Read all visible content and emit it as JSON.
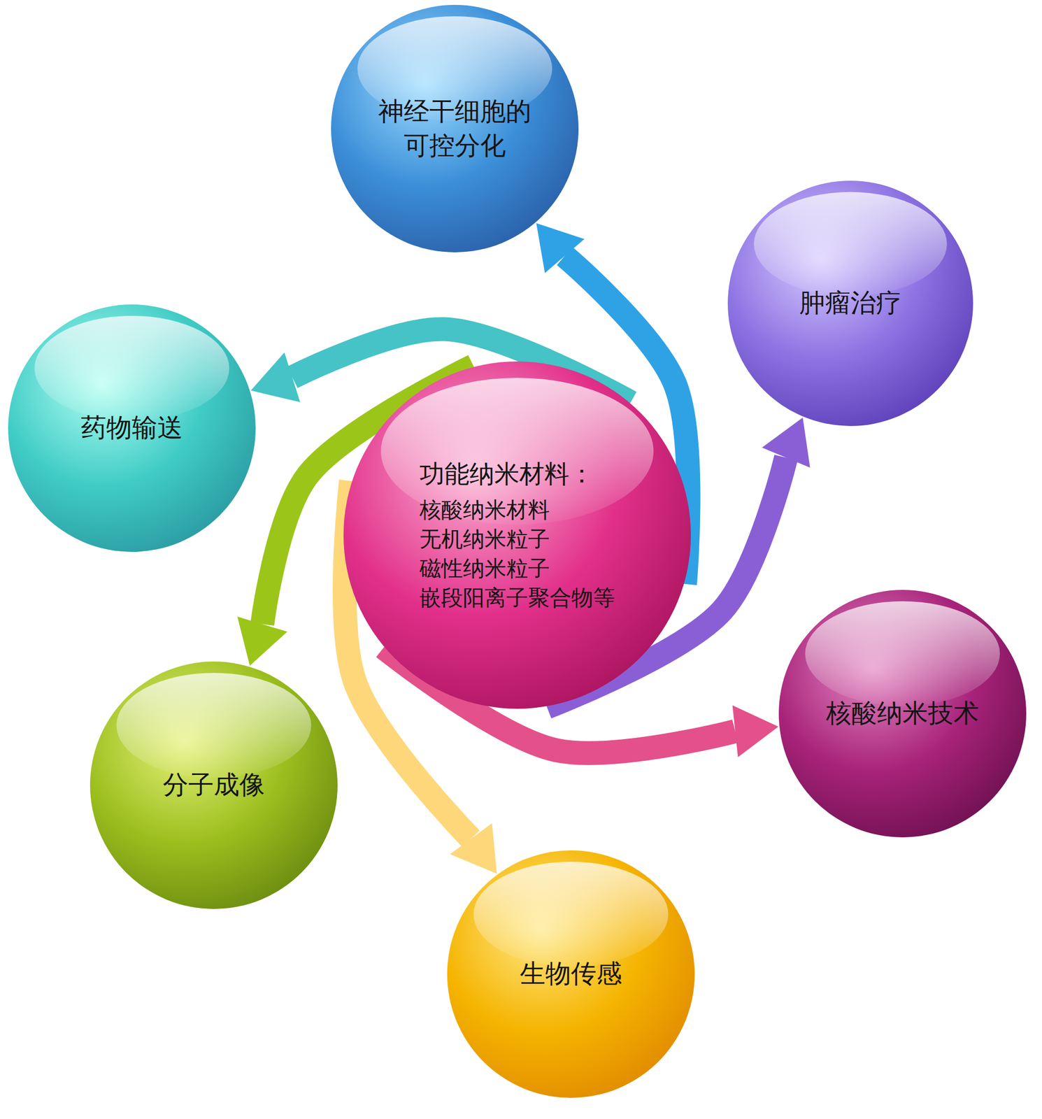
{
  "diagram": {
    "nodes": [
      {
        "text": [
          "功能纳米材料：",
          "核酸纳米材料",
          "无机纳米粒子",
          "磁性纳米粒子",
          "嵌段阳离子聚合物等"
        ]
      },
      {
        "text": [
          "神经干细胞的可控分化"
        ]
      },
      {
        "text": [
          "肿瘤治疗"
        ]
      },
      {
        "text": [
          "核酸纳米技术"
        ]
      },
      {
        "text": [
          "生物传感"
        ]
      },
      {
        "text": [
          "分子成像"
        ]
      },
      {
        "text": [
          "药物输送"
        ]
      }
    ],
    "edges": [
      {
        "from": 0,
        "to": 1,
        "arrow": "to"
      },
      {
        "from": 0,
        "to": 2,
        "arrow": "to"
      },
      {
        "from": 0,
        "to": 3,
        "arrow": "to"
      },
      {
        "from": 0,
        "to": 4,
        "arrow": "to"
      },
      {
        "from": 0,
        "to": 5,
        "arrow": "to"
      },
      {
        "from": 0,
        "to": 6,
        "arrow": "to"
      }
    ]
  }
}
